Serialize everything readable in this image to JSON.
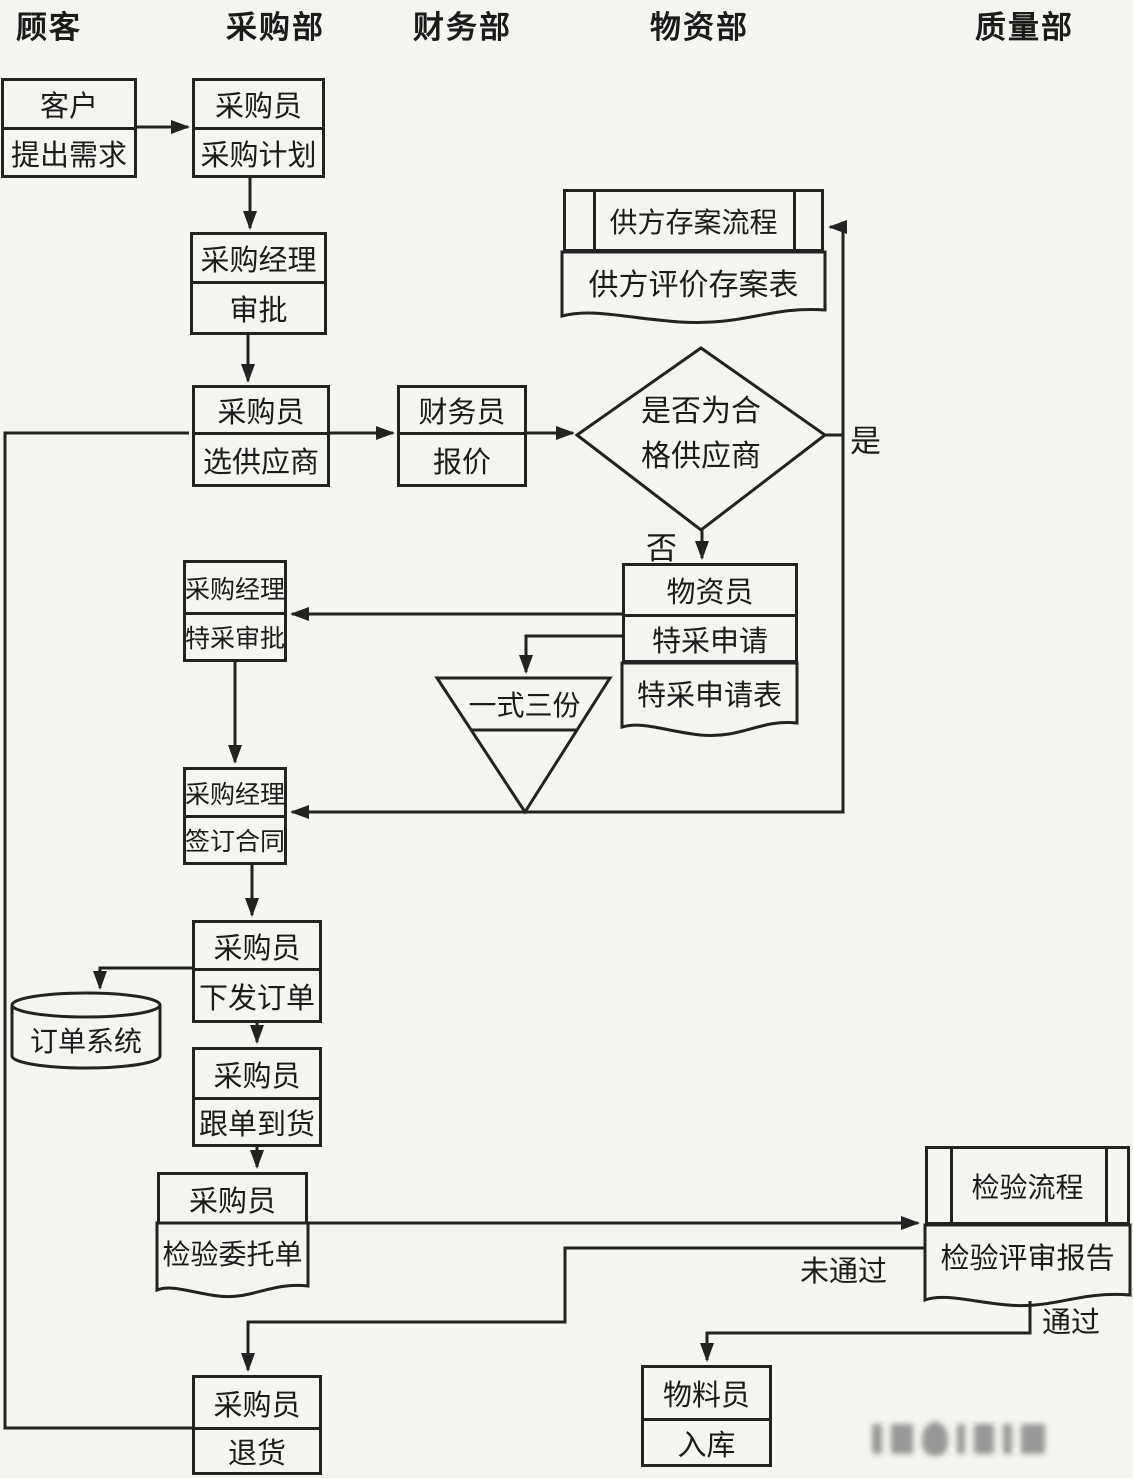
{
  "lanes": [
    {
      "label": "顾客"
    },
    {
      "label": "采购部"
    },
    {
      "label": "财务部"
    },
    {
      "label": "物资部"
    },
    {
      "label": "质量部"
    }
  ],
  "nodes": {
    "customer_request": {
      "role": "客户",
      "action": "提出需求"
    },
    "buyer_plan": {
      "role": "采购员",
      "action": "采购计划"
    },
    "manager_approve": {
      "role": "采购经理",
      "action": "审批"
    },
    "buyer_select_supplier": {
      "role": "采购员",
      "action": "选供应商"
    },
    "finance_quote": {
      "role": "财务员",
      "action": "报价"
    },
    "qualified_supplier_decision": {
      "line1": "是否为合",
      "line2": "格供应商"
    },
    "supplier_filing_process": {
      "label": "供方存案流程"
    },
    "supplier_evaluation_form": {
      "label": "供方评价存案表"
    },
    "materials_special_request": {
      "role": "物资员",
      "action": "特采申请"
    },
    "special_request_form": {
      "label": "特采申请表"
    },
    "manager_special_approve": {
      "role": "采购经理",
      "action": "特采审批"
    },
    "triplicate_funnel": {
      "label": "一式三份"
    },
    "manager_sign_contract": {
      "role": "采购经理",
      "action": "签订合同"
    },
    "buyer_issue_order": {
      "role": "采购员",
      "action": "下发订单"
    },
    "order_system": {
      "label": "订单系统"
    },
    "buyer_track_arrival": {
      "role": "采购员",
      "action": "跟单到货"
    },
    "buyer_inspection_request": {
      "role": "采购员",
      "doc": "检验委托单"
    },
    "inspection_process": {
      "label": "检验流程"
    },
    "inspection_report": {
      "label": "检验评审报告"
    },
    "material_clerk_storage": {
      "role": "物料员",
      "action": "入库"
    },
    "buyer_return": {
      "role": "采购员",
      "action": "退货"
    }
  },
  "branch_labels": {
    "yes": "是",
    "no": "否",
    "fail": "未通过",
    "pass": "通过"
  },
  "colors": {
    "line": "#222222",
    "background": "#f5f4f1"
  }
}
